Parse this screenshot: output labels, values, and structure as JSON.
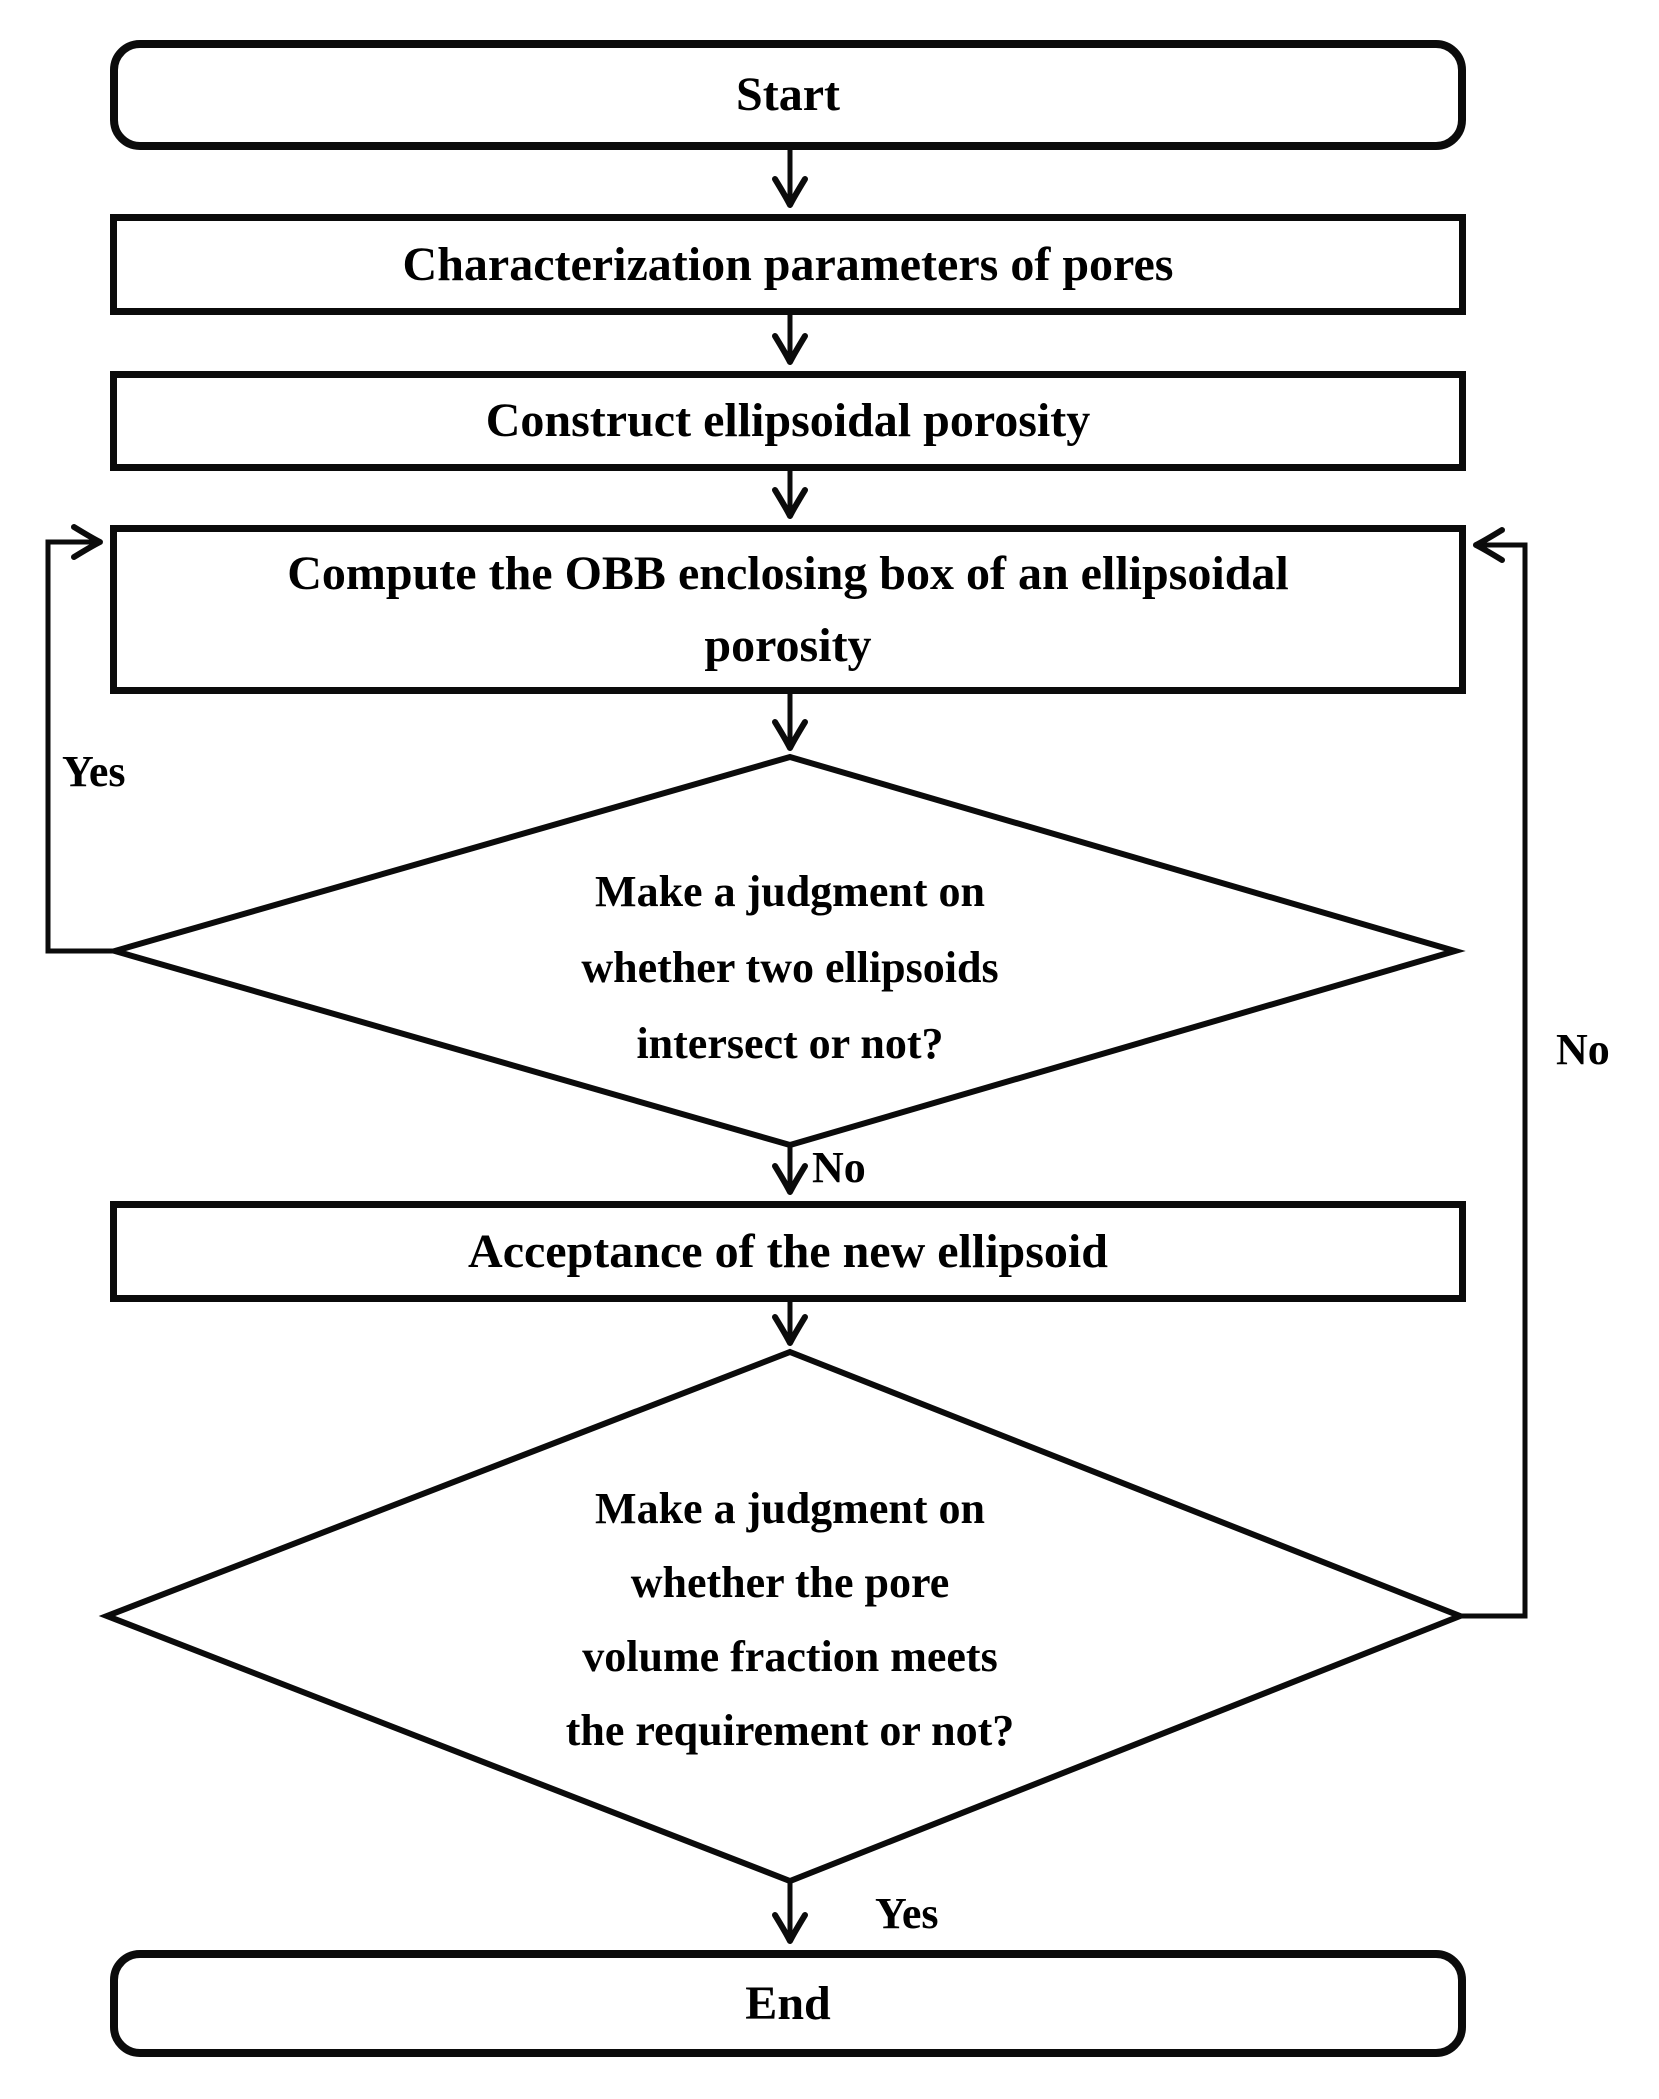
{
  "flowchart": {
    "background_color": "#ffffff",
    "line_color": "#000000",
    "text_color": "#000000",
    "nodes": {
      "start": {
        "type": "terminator",
        "label": "Start"
      },
      "characterization": {
        "type": "process",
        "label": "Characterization parameters of pores"
      },
      "construct": {
        "type": "process",
        "label": "Construct ellipsoidal porosity"
      },
      "compute_obb": {
        "type": "process",
        "label": "Compute the OBB enclosing box of an ellipsoidal porosity",
        "lines": [
          "Compute the OBB enclosing box of an ellipsoidal",
          "porosity"
        ]
      },
      "intersect_decision": {
        "type": "decision",
        "label": "Make a judgment on whether two ellipsoids intersect or not?",
        "lines": [
          "Make a judgment on",
          "whether two ellipsoids",
          "intersect or not?"
        ]
      },
      "acceptance": {
        "type": "process",
        "label": "Acceptance of the new ellipsoid"
      },
      "volume_decision": {
        "type": "decision",
        "label": "Make a judgment on whether the pore volume fraction meets the requirement or not?",
        "lines": [
          "Make a judgment on",
          "whether the pore",
          "volume fraction meets",
          "the requirement or not?"
        ]
      },
      "end": {
        "type": "terminator",
        "label": "End"
      }
    },
    "edges": [
      {
        "from": "start",
        "to": "characterization",
        "label": ""
      },
      {
        "from": "characterization",
        "to": "construct",
        "label": ""
      },
      {
        "from": "construct",
        "to": "compute_obb",
        "label": ""
      },
      {
        "from": "compute_obb",
        "to": "intersect_decision",
        "label": ""
      },
      {
        "from": "intersect_decision",
        "to": "compute_obb",
        "label": "Yes",
        "side": "left-loop"
      },
      {
        "from": "intersect_decision",
        "to": "acceptance",
        "label": "No"
      },
      {
        "from": "acceptance",
        "to": "volume_decision",
        "label": ""
      },
      {
        "from": "volume_decision",
        "to": "compute_obb",
        "label": "No",
        "side": "right-loop"
      },
      {
        "from": "volume_decision",
        "to": "end",
        "label": "Yes"
      }
    ]
  }
}
